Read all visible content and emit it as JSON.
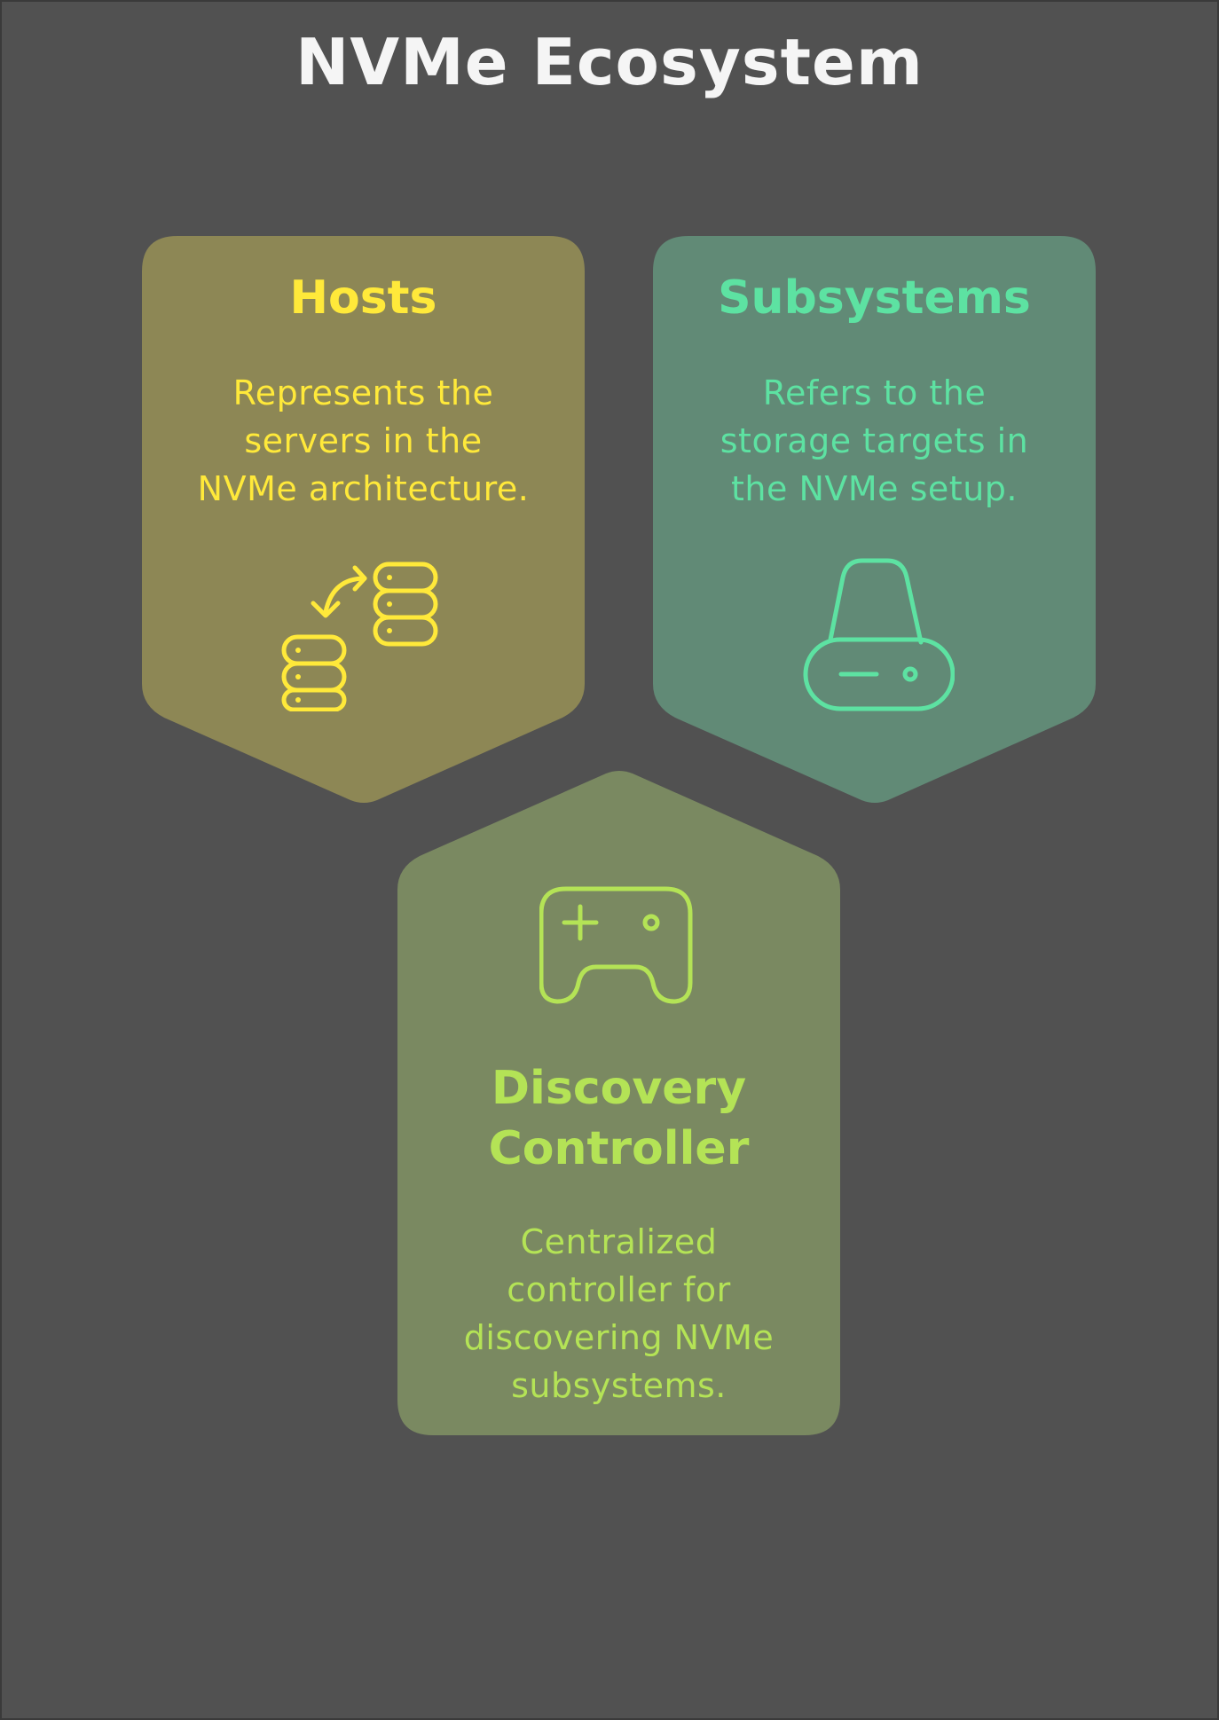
{
  "title": "NVMe Ecosystem",
  "colors": {
    "background": "#515151",
    "title": "#f5f5f5"
  },
  "cards": [
    {
      "id": "hosts",
      "title": "Hosts",
      "description_lines": [
        "Represents the",
        "servers in the",
        "NVMe architecture."
      ],
      "icon": "server-exchange-icon",
      "fill": "#8d8755",
      "accent": "#ffe93a"
    },
    {
      "id": "subsystems",
      "title": "Subsystems",
      "description_lines": [
        "Refers to the",
        "storage targets in",
        "the NVMe setup."
      ],
      "icon": "hard-drive-icon",
      "fill": "#618a76",
      "accent": "#5de2a2"
    },
    {
      "id": "discovery",
      "title_lines": [
        "Discovery",
        "Controller"
      ],
      "description_lines": [
        "Centralized",
        "controller for",
        "discovering NVMe",
        "subsystems."
      ],
      "icon": "gamepad-icon",
      "fill": "#7a8961",
      "accent": "#b4e356"
    }
  ]
}
